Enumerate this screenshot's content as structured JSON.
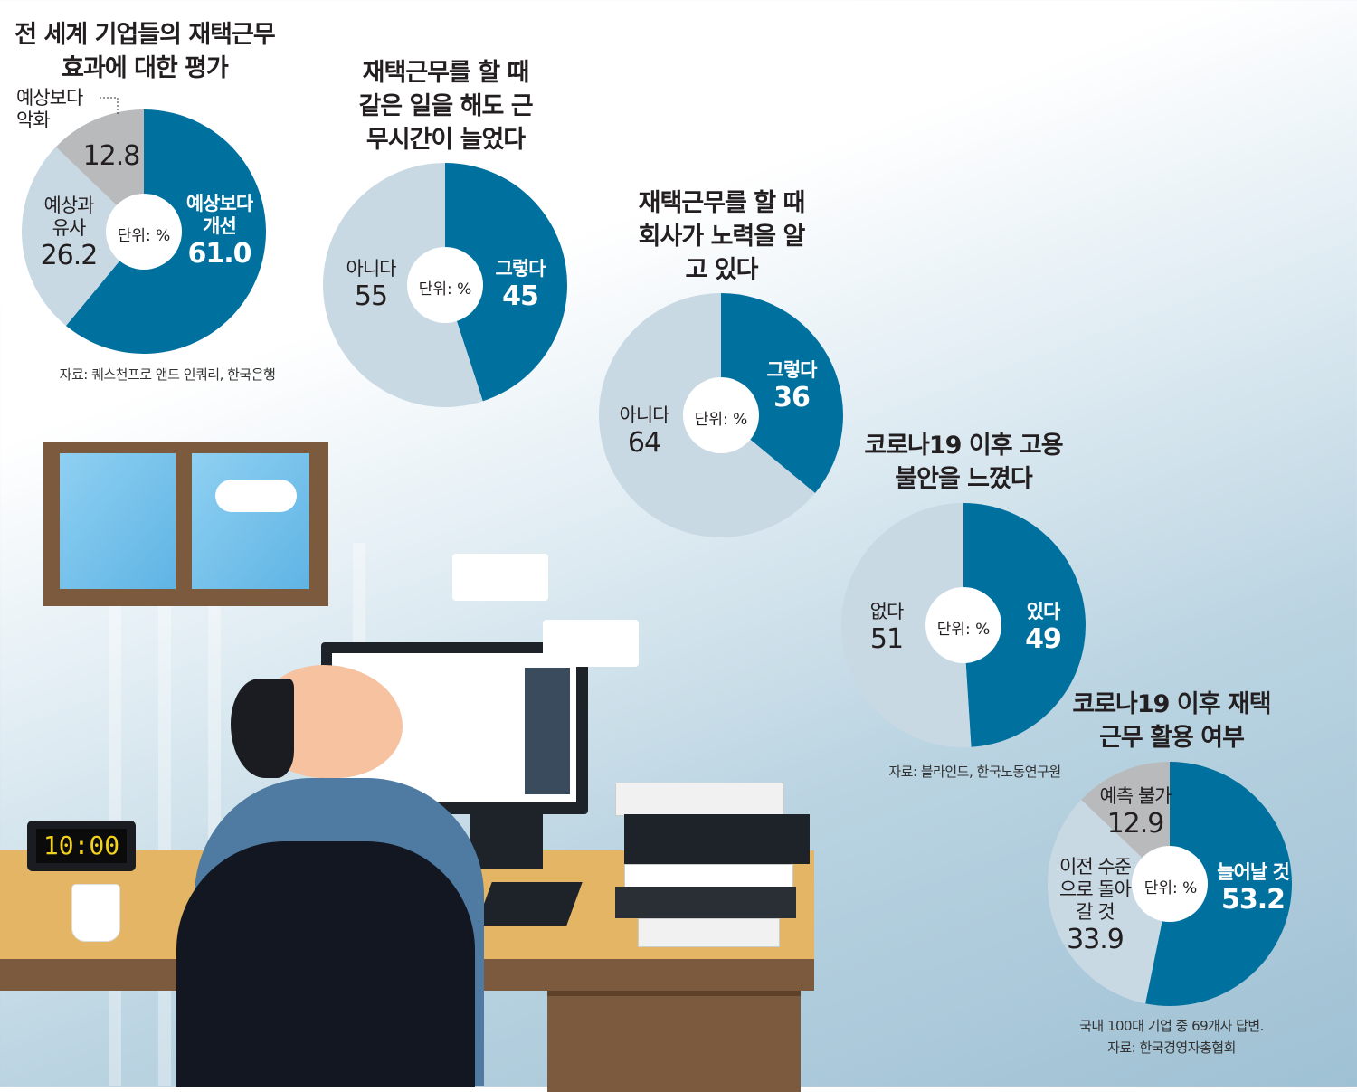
{
  "colors": {
    "primary": "#00709e",
    "secondary": "#c8d9e4",
    "tertiary": "#b9babc"
  },
  "clock": "10:00",
  "chart_data": [
    {
      "type": "pie",
      "title": "전 세계 기업들의 재택근무 효과에 대한 평가",
      "unit": "단위: %",
      "slices": [
        {
          "label": "예상보다 개선",
          "value": 61.0,
          "display": "61.0"
        },
        {
          "label": "예상과 유사",
          "value": 26.2,
          "display": "26.2"
        },
        {
          "label": "예상보다 악화",
          "value": 12.8,
          "display": "12.8"
        }
      ],
      "source": "자료: 퀘스천프로 앤드 인쿼리, 한국은행"
    },
    {
      "type": "pie",
      "title": "재택근무를 할 때 같은 일을 해도 근무시간이 늘었다",
      "unit": "단위: %",
      "slices": [
        {
          "label": "그렇다",
          "value": 45,
          "display": "45"
        },
        {
          "label": "아니다",
          "value": 55,
          "display": "55"
        }
      ]
    },
    {
      "type": "pie",
      "title": "재택근무를 할 때 회사가 노력을 알고 있다",
      "unit": "단위: %",
      "slices": [
        {
          "label": "그렇다",
          "value": 36,
          "display": "36"
        },
        {
          "label": "아니다",
          "value": 64,
          "display": "64"
        }
      ]
    },
    {
      "type": "pie",
      "title": "코로나19 이후 고용 불안을 느꼈다",
      "unit": "단위: %",
      "slices": [
        {
          "label": "있다",
          "value": 49,
          "display": "49"
        },
        {
          "label": "없다",
          "value": 51,
          "display": "51"
        }
      ],
      "source": "자료: 블라인드, 한국노동연구원"
    },
    {
      "type": "pie",
      "title": "코로나19 이후 재택근무 활용 여부",
      "unit": "단위: %",
      "slices": [
        {
          "label": "늘어날 것",
          "value": 53.2,
          "display": "53.2"
        },
        {
          "label": "이전 수준으로 돌아갈 것",
          "value": 33.9,
          "display": "33.9"
        },
        {
          "label": "예측 불가",
          "value": 12.9,
          "display": "12.9"
        }
      ],
      "note": "국내 100대 기업 중 69개사 답변.",
      "source": "자료: 한국경영자총협회"
    }
  ]
}
